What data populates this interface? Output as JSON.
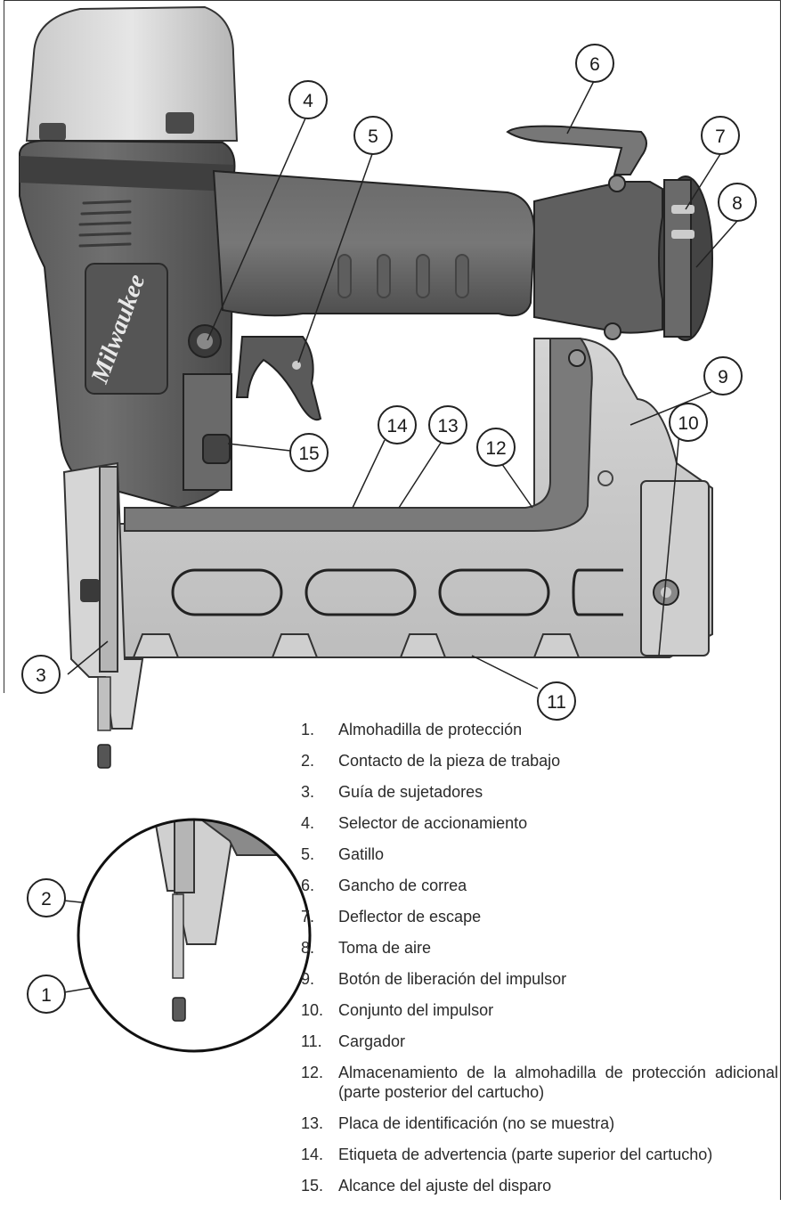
{
  "callouts": [
    "1",
    "2",
    "3",
    "4",
    "5",
    "6",
    "7",
    "8",
    "9",
    "10",
    "11",
    "12",
    "13",
    "14",
    "15"
  ],
  "logo_text": "Milwaukee",
  "parts": [
    {
      "num": "1.",
      "label": "Almohadilla de protección"
    },
    {
      "num": "2.",
      "label": "Contacto de la pieza de trabajo"
    },
    {
      "num": "3.",
      "label": "Guía de sujetadores"
    },
    {
      "num": "4.",
      "label": "Selector de accionamiento"
    },
    {
      "num": "5.",
      "label": "Gatillo"
    },
    {
      "num": "6.",
      "label": "Gancho de correa"
    },
    {
      "num": "7.",
      "label": "Deflector de escape"
    },
    {
      "num": "8.",
      "label": "Toma de aire"
    },
    {
      "num": "9.",
      "label": "Botón de liberación del impulsor"
    },
    {
      "num": "10.",
      "label": "Conjunto del impulsor"
    },
    {
      "num": "11.",
      "label": "Cargador"
    },
    {
      "num": "12.",
      "label": "Almacenamiento de la almohadilla de protección adicional (parte posterior del cartucho)"
    },
    {
      "num": "13.",
      "label": "Placa de identificación (no se muestra)"
    },
    {
      "num": "14.",
      "label": "Etiqueta de advertencia (parte superior del cartucho)"
    },
    {
      "num": "15.",
      "label": "Alcance del ajuste del disparo"
    }
  ]
}
